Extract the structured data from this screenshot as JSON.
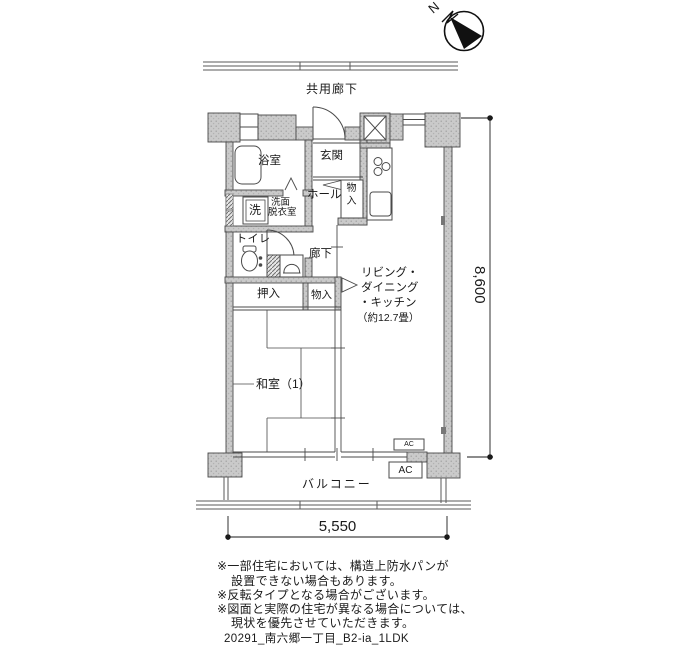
{
  "compass": {
    "north_label": "N"
  },
  "exterior": {
    "public_corridor": "共用廊下",
    "balcony": "バルコニー"
  },
  "rooms": {
    "bath": "浴室",
    "entrance": "玄関",
    "washer": "洗",
    "washroom_line1": "洗面",
    "washroom_line2": "脱衣室",
    "hall": "ホール",
    "hall_storage": "物入",
    "toilet": "トイレ",
    "corridor": "廊下",
    "closet": "押入",
    "storage": "物入",
    "ldk_line1": "リビング・",
    "ldk_line2": "ダイニング",
    "ldk_line3": "・キッチン",
    "ldk_line4": "（約12.7畳）",
    "japanese_room": "和室（1）"
  },
  "equipment": {
    "ac_indoor": "AC",
    "ac_outdoor": "AC"
  },
  "dimensions": {
    "width": "5,550",
    "height": "8,600"
  },
  "notes": [
    "※一部住宅においては、構造上防水パンが",
    "設置できない場合もあります。",
    "※反転タイプとなる場合がございます。",
    "※図面と実際の住宅が異なる場合については、",
    "現状を優先させていただきます。"
  ],
  "footer": {
    "plan_id": "20291_南六郷一丁目_B2-ia_1LDK"
  },
  "colors": {
    "wall": "#c9c9c9",
    "line": "#4a4a4a",
    "needle": "#111111"
  }
}
